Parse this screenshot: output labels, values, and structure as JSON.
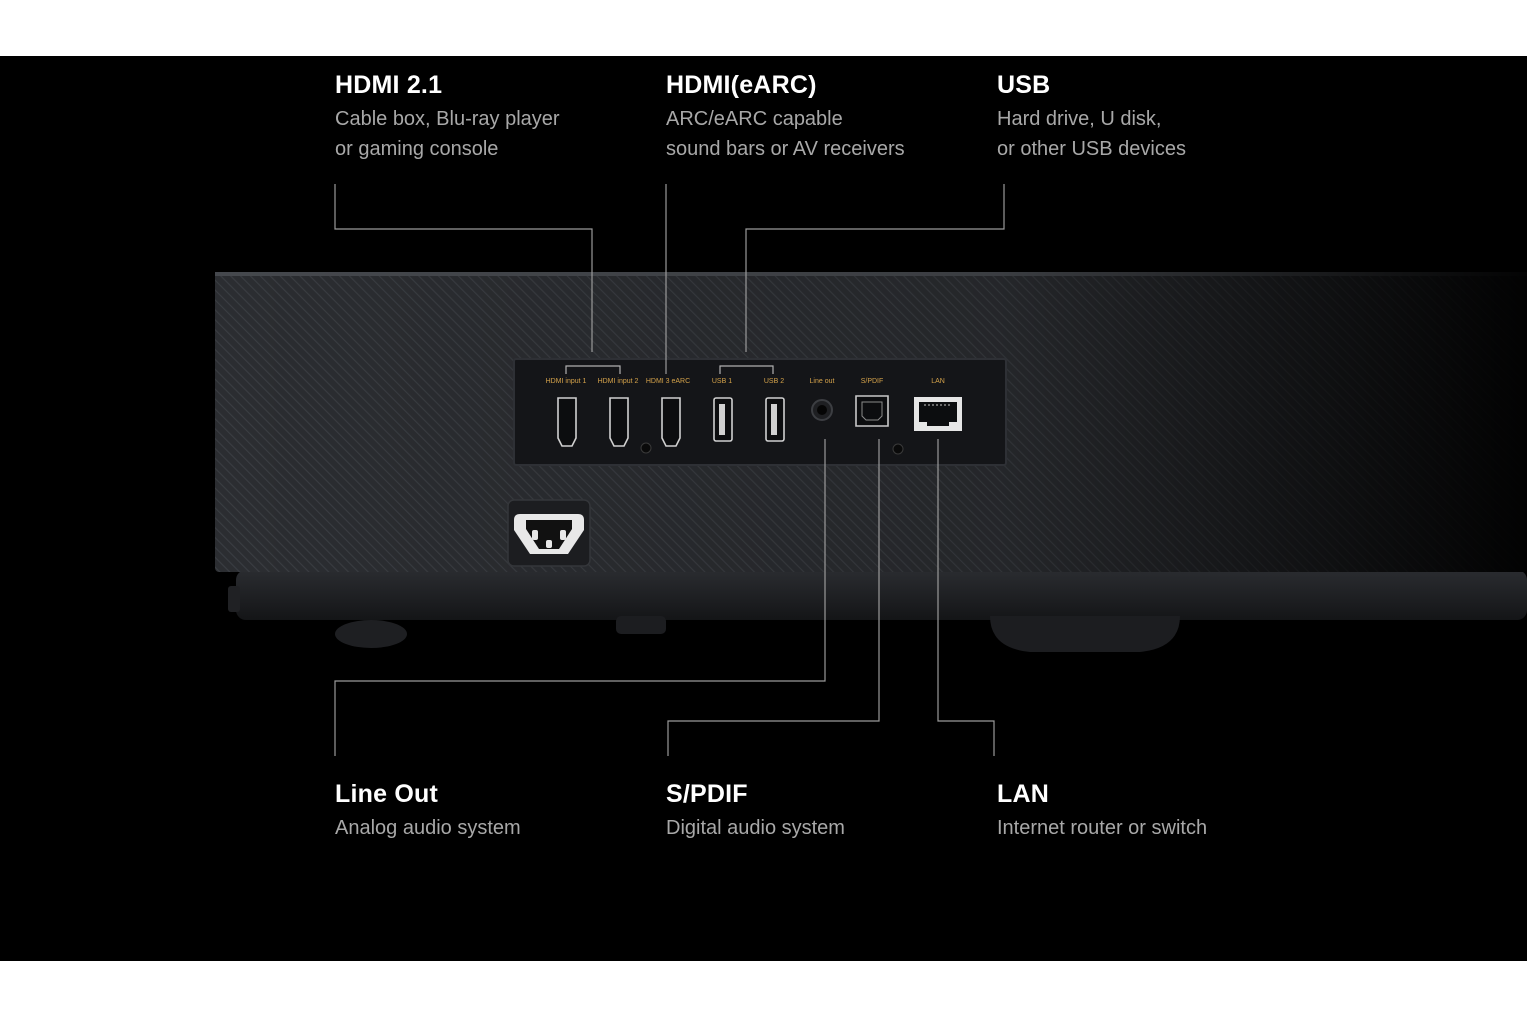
{
  "callouts": {
    "hdmi21": {
      "title": "HDMI 2.1",
      "lines": [
        "Cable box, Blu-ray player",
        "or gaming console"
      ]
    },
    "hdmi_earc": {
      "title": "HDMI(eARC)",
      "lines": [
        "ARC/eARC capable",
        "sound bars or AV receivers"
      ]
    },
    "usb": {
      "title": "USB",
      "lines": [
        "Hard drive, U disk,",
        "or other USB devices"
      ]
    },
    "line_out": {
      "title": "Line Out",
      "lines": [
        "Analog audio system"
      ]
    },
    "spdif": {
      "title": "S/PDIF",
      "lines": [
        "Digital audio system"
      ]
    },
    "lan": {
      "title": "LAN",
      "lines": [
        "Internet router or switch"
      ]
    }
  },
  "panel_labels": {
    "hdmi1": "HDMI input 1",
    "hdmi2": "HDMI input 2",
    "hdmi3": "HDMI 3 eARC",
    "usb1": "USB 1",
    "usb2": "USB 2",
    "lineout": "Line out",
    "spdif": "S/PDIF",
    "lan": "LAN"
  },
  "colors": {
    "background": "#000000",
    "title": "#ffffff",
    "description": "#a8a8a8",
    "connector_line": "#9a9a9a",
    "port_label": "#d4a24a"
  }
}
